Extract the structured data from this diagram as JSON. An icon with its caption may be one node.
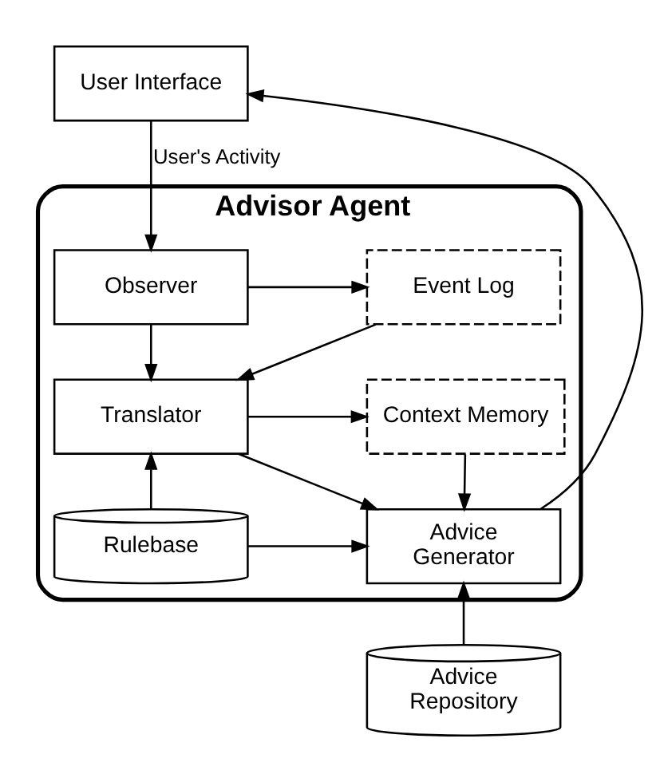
{
  "diagram": {
    "nodes": [
      {
        "text": [
          "User Interface"
        ]
      },
      {
        "text": [
          "Advisor Agent"
        ]
      },
      {
        "text": [
          "Observer"
        ],
        "in": 1
      },
      {
        "text": [
          "Event Log"
        ],
        "in": 1
      },
      {
        "text": [
          "Translator"
        ],
        "in": 1
      },
      {
        "text": [
          "Context Memory"
        ],
        "in": 1
      },
      {
        "text": [
          "Rulebase"
        ],
        "in": 1
      },
      {
        "text": [
          "Advice Generator"
        ],
        "in": 1
      },
      {
        "text": [
          "Advice Repository"
        ]
      }
    ],
    "edges": [
      {
        "from": 0,
        "to": 2,
        "arrow": "to",
        "label": "User's Activity"
      },
      {
        "from": 2,
        "to": 3,
        "arrow": "to"
      },
      {
        "from": 2,
        "to": 4,
        "arrow": "to"
      },
      {
        "from": 3,
        "to": 4,
        "arrow": "to"
      },
      {
        "from": 4,
        "to": 5,
        "arrow": "to"
      },
      {
        "from": 4,
        "to": 7,
        "arrow": "to"
      },
      {
        "from": 5,
        "to": 7,
        "arrow": "to"
      },
      {
        "from": 6,
        "to": 4,
        "arrow": "to"
      },
      {
        "from": 6,
        "to": 7,
        "arrow": "to"
      },
      {
        "from": 8,
        "to": 7,
        "arrow": "to"
      },
      {
        "from": 7,
        "to": 0,
        "arrow": "to"
      }
    ]
  }
}
